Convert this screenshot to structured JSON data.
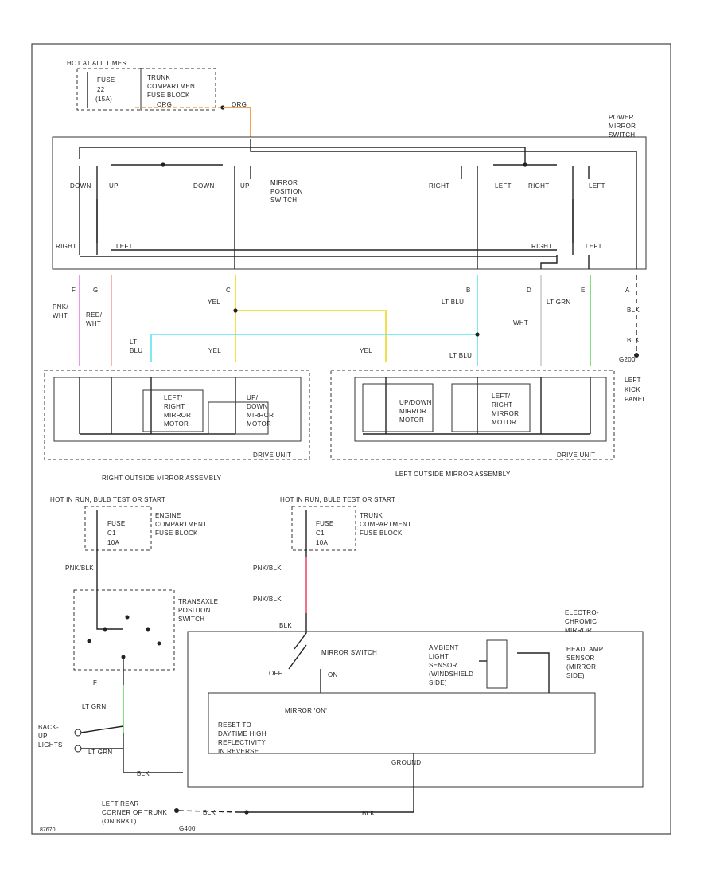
{
  "battery_hot": "HOT AT ALL TIMES",
  "fuse_top": {
    "label": "FUSE",
    "num": "22",
    "amps": "(15A)"
  },
  "trunk_fuse_block": [
    "TRUNK",
    "COMPARTMENT",
    "FUSE BLOCK"
  ],
  "wire_org": "ORG",
  "power_mirror_switch": [
    "POWER",
    "MIRROR",
    "SWITCH"
  ],
  "mirror_position_switch": [
    "MIRROR",
    "POSITION",
    "SWITCH"
  ],
  "sw_labels": [
    "DOWN",
    "UP",
    "DOWN",
    "UP",
    "RIGHT",
    "LEFT",
    "RIGHT",
    "LEFT"
  ],
  "select_labels": [
    "RIGHT",
    "LEFT",
    "RIGHT",
    "LEFT"
  ],
  "pins_top": [
    "F",
    "G",
    "C",
    "B",
    "D",
    "E",
    "A"
  ],
  "wire_colors": {
    "pnk_wht": [
      "PNK/",
      "WHT"
    ],
    "red_wht": [
      "RED/",
      "WHT"
    ],
    "yel": "YEL",
    "lt_blu": "LT BLU",
    "wht": "WHT",
    "lt_grn": "LT GRN",
    "blk": "BLK"
  },
  "ground_g200": "G200",
  "left_kick_panel": [
    "LEFT",
    "KICK",
    "PANEL"
  ],
  "right_motor_a": [
    "LEFT/",
    "RIGHT",
    "MIRROR",
    "MOTOR"
  ],
  "right_motor_b": [
    "UP/",
    "DOWN",
    "MIRROR",
    "MOTOR"
  ],
  "left_motor_a": [
    "UP/DOWN",
    "MIRROR",
    "MOTOR"
  ],
  "left_motor_b": [
    "LEFT/",
    "RIGHT",
    "MIRROR",
    "MOTOR"
  ],
  "drive_unit": "DRIVE UNIT",
  "right_mirror_assembly": "RIGHT OUTSIDE MIRROR ASSEMBLY",
  "left_mirror_assembly": "LEFT OUTSIDE MIRROR ASSEMBLY",
  "hot_run_left": "HOT IN RUN, BULB TEST OR START",
  "hot_run_right": "HOT IN RUN, BULB TEST OR START",
  "fuse_c1": {
    "label": "FUSE",
    "num": "C1",
    "amps": "10A"
  },
  "fuse_c2": {
    "label": "FUSE",
    "num": "C1",
    "amps": "10A"
  },
  "engine_fuse_block": [
    "ENGINE",
    "COMPARTMENT",
    "FUSE BLOCK"
  ],
  "trunk_fuse_block2": [
    "TRUNK",
    "COMPARTMENT",
    "FUSE BLOCK"
  ],
  "pnk_blk": "PNK/BLK",
  "transaxle_switch": [
    "TRANSAXLE",
    "POSITION",
    "SWITCH"
  ],
  "electrochromic_mirror": [
    "ELECTRO-",
    "CHROMIC",
    "MIRROR"
  ],
  "mirror_switch": "MIRROR SWITCH",
  "off": "OFF",
  "on": "ON",
  "ambient_sensor": [
    "AMBIENT",
    "LIGHT",
    "SENSOR",
    "(WINDSHIELD",
    "SIDE)"
  ],
  "headlamp_sensor": [
    "HEADLAMP",
    "SENSOR",
    "(MIRROR",
    "SIDE)"
  ],
  "mirror_on": "MIRROR 'ON'",
  "reset_text": [
    "RESET TO",
    "DAYTIME HIGH",
    "REFLECTIVITY",
    "IN REVERSE"
  ],
  "ground_label": "GROUND",
  "backup_lights": [
    "BACK-",
    "UP",
    "LIGHTS"
  ],
  "lt_grn": "LT GRN",
  "ground_location": [
    "LEFT REAR",
    "CORNER OF TRUNK",
    "(ON BRKT)"
  ],
  "ground_g400": "G400",
  "diagram_code": "87670"
}
